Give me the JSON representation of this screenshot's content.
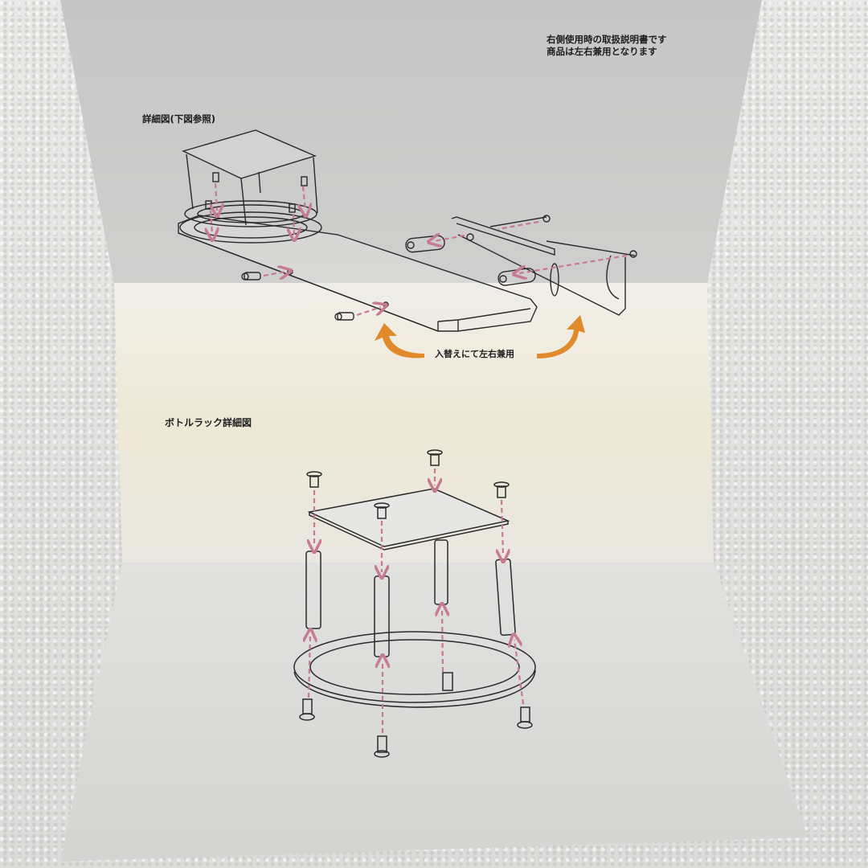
{
  "document": {
    "notice": {
      "line1": "右側使用時の取扱説明書です",
      "line2": "商品は左右兼用となります"
    },
    "detail_section": {
      "title": "詳細図(下図参照)",
      "swap_note": "入替えにて左右兼用"
    },
    "bottle_rack_section": {
      "title": "ボトルラック詳細図"
    }
  },
  "colors": {
    "paper_top": "#c9c9c9",
    "paper_middle": "#eeeadf",
    "paper_bottom": "#dcdcda",
    "line_art": "#2a2a2a",
    "dashed_arrow": "#c77b93",
    "orange_arrow": "#e08a2c",
    "background_towel": "#e4e4e2"
  },
  "icons": {
    "left_curved_arrow": "orange-curved-arrow-left",
    "right_curved_arrow": "orange-curved-arrow-right",
    "screw": "screw-icon",
    "dashed_guide": "dashed-arrow-icon"
  }
}
